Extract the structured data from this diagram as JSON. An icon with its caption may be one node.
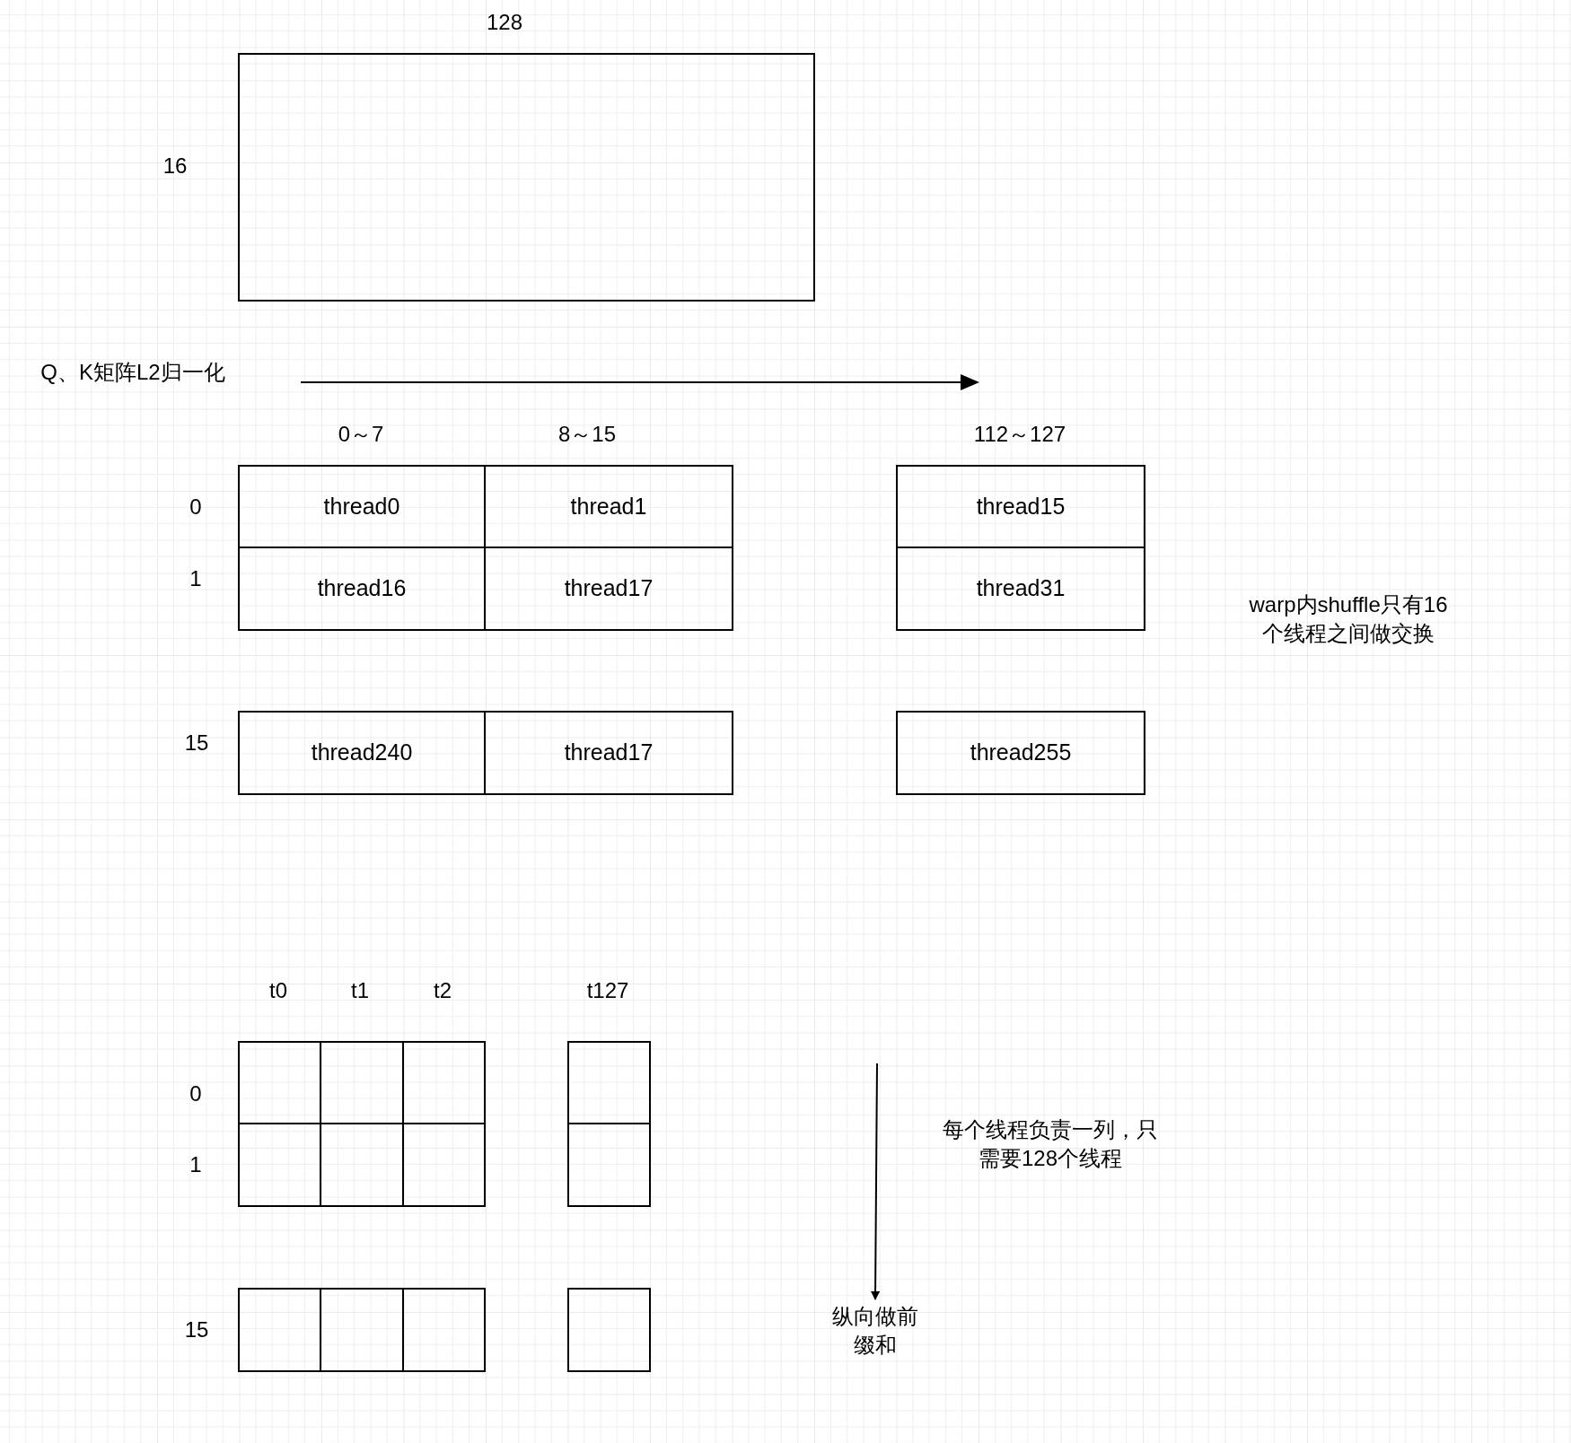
{
  "diagram": {
    "nodes": [
      {
        "text": [],
        "shape": "box"
      },
      {
        "text": [
          "thread0"
        ]
      },
      {
        "text": [
          "thread1"
        ]
      },
      {
        "text": [
          "thread15"
        ]
      },
      {
        "text": [
          "thread16"
        ]
      },
      {
        "text": [
          "thread17"
        ]
      },
      {
        "text": [
          "thread31"
        ]
      },
      {
        "text": [
          "thread240"
        ]
      },
      {
        "text": [
          "thread17"
        ]
      },
      {
        "text": [
          "thread255"
        ]
      },
      {
        "text": [],
        "shape": "box"
      },
      {
        "text": [],
        "shape": "box"
      },
      {
        "text": [],
        "shape": "box"
      },
      {
        "text": [],
        "shape": "box"
      },
      {
        "text": [],
        "shape": "box"
      },
      {
        "text": [],
        "shape": "box"
      },
      {
        "text": [],
        "shape": "box"
      },
      {
        "text": [],
        "shape": "box"
      },
      {
        "text": [],
        "shape": "box"
      },
      {
        "text": [],
        "shape": "box"
      },
      {
        "text": [],
        "shape": "box"
      },
      {
        "text": [],
        "shape": "box"
      },
      {
        "text": [
          "纵向做前缀和"
        ]
      }
    ],
    "edges": [
      {
        "from": null,
        "to": 22,
        "arrow": "to"
      }
    ],
    "labels": [
      "128",
      "16",
      "Q、K矩阵L2归一化",
      "0～7",
      "8～15",
      "112～127",
      "0",
      "1",
      "15",
      "warp内shuffle只有16个线程之间做交换",
      "t0",
      "t1",
      "t2",
      "t127",
      "0",
      "1",
      "15",
      "每个线程负责一列，只需要128个线程"
    ]
  }
}
